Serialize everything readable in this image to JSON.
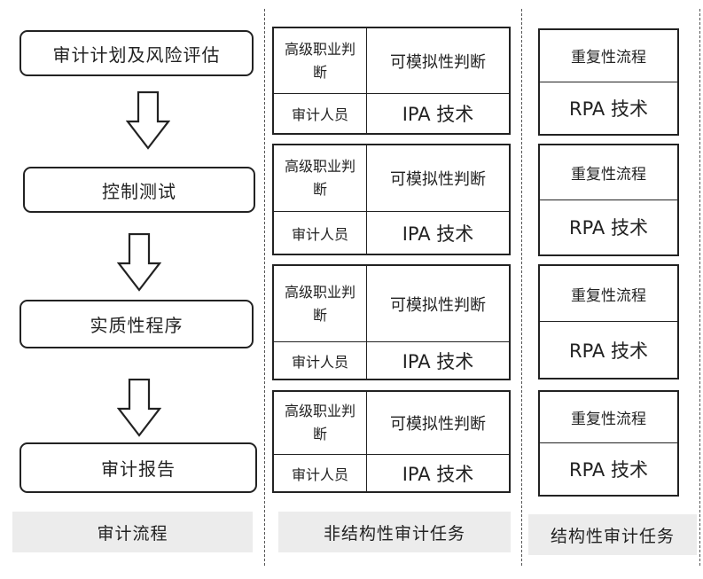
{
  "flow": {
    "steps": [
      "审计计划及风险评估",
      "控制测试",
      "实质性程序",
      "审计报告"
    ]
  },
  "unstructured": {
    "blocks": [
      {
        "role_top": "高级职业判断",
        "task_top": "可模拟性判断",
        "role_bottom": "审计人员",
        "tech_bottom": "IPA 技术"
      },
      {
        "role_top": "高级职业判断",
        "task_top": "可模拟性判断",
        "role_bottom": "审计人员",
        "tech_bottom": "IPA 技术"
      },
      {
        "role_top": "高级职业判断",
        "task_top": "可模拟性判断",
        "role_bottom": "审计人员",
        "tech_bottom": "IPA 技术"
      },
      {
        "role_top": "高级职业判断",
        "task_top": "可模拟性判断",
        "role_bottom": "审计人员",
        "tech_bottom": "IPA 技术"
      }
    ]
  },
  "structured": {
    "blocks": [
      {
        "task": "重复性流程",
        "tech": "RPA 技术"
      },
      {
        "task": "重复性流程",
        "tech": "RPA 技术"
      },
      {
        "task": "重复性流程",
        "tech": "RPA 技术"
      },
      {
        "task": "重复性流程",
        "tech": "RPA 技术"
      }
    ]
  },
  "footer": {
    "left": "审计流程",
    "middle": "非结构性审计任务",
    "right": "结构性审计任务"
  }
}
